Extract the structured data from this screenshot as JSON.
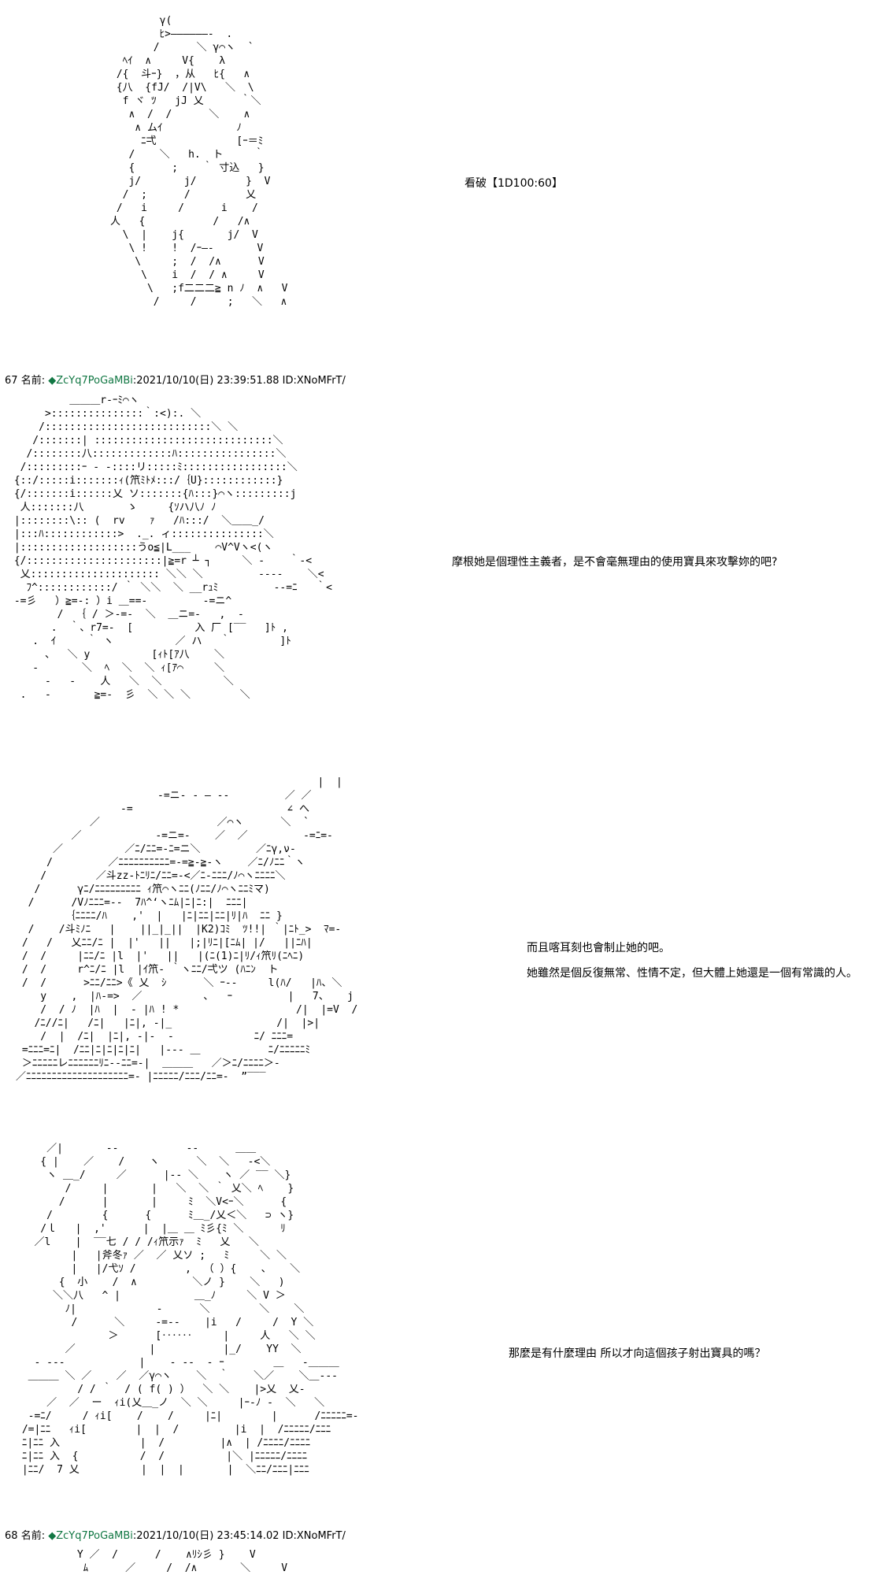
{
  "panels": [
    {
      "dialogue": [
        "看破【1D100:60】"
      ]
    },
    {
      "dialogue": [
        "摩根她是個理性主義者，是不會毫無理由的使用寶具來攻擊妳的吧?"
      ]
    },
    {
      "dialogue": [
        "而且喀耳刻也會制止她的吧。",
        "她雖然是個反復無常、性情不定，但大體上她還是一個有常識的人。"
      ]
    },
    {
      "dialogue": [
        "那麼是有什麼理由 所以才向這個孩子射出寶具的嗎？"
      ]
    }
  ],
  "posts": [
    {
      "number": "67",
      "name_label": "名前:",
      "diamond": "◆",
      "trip": "ZcYq7PoGaMBi",
      "date": ":2021/10/10(日) 23:39:51.88",
      "id": "ID:XNoMFrT/"
    },
    {
      "number": "68",
      "name_label": "名前:",
      "diamond": "◆",
      "trip": "ZcYq7PoGaMBi",
      "date": ":2021/10/10(日) 23:45:14.02",
      "id": "ID:XNoMFrT/"
    }
  ],
  "icons": {
    "trip_marker": "green-diamond-icon"
  },
  "colors": {
    "background": "#ffffff",
    "text": "#000000",
    "trip": "#117743"
  }
}
